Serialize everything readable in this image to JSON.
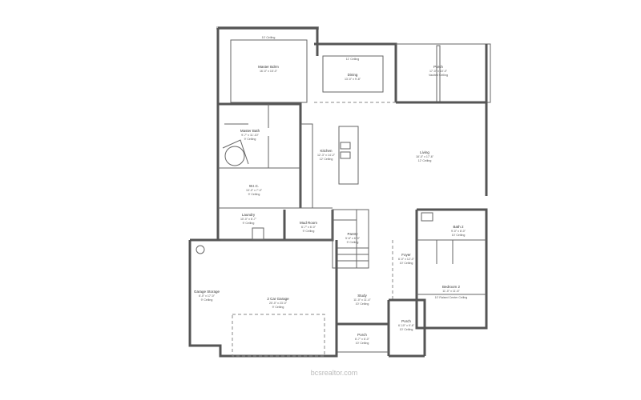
{
  "floor_plan": {
    "rooms": [
      {
        "name": "Master Bdrm",
        "size": "16'-0\" x 15'-0\"",
        "ceiling": "10' Ceiling"
      },
      {
        "name": "Dining",
        "size": "13'-0\" x 9'-8\"",
        "ceiling": "11' Ceiling"
      },
      {
        "name": "Porch",
        "size": "17'-0\" x 10'-0\"",
        "ceiling": "Vaulted Ceiling"
      },
      {
        "name": "Master Bath",
        "size": "9'-7\" x 11'-10\"",
        "ceiling": "9' Ceiling"
      },
      {
        "name": "Kitchen",
        "size": "12'-3\" x 14'-2\"",
        "ceiling": "12' Ceiling"
      },
      {
        "name": "Living",
        "size": "18'-0\" x 17'-6\"",
        "ceiling": "12' Ceiling"
      },
      {
        "name": "W.I.C.",
        "size": "13'-0\" x 7'-0\"",
        "ceiling": "9' Ceiling"
      },
      {
        "name": "Laundry",
        "size": "10'-0\" x 6'-7\"",
        "ceiling": "9' Ceiling"
      },
      {
        "name": "Mud Room",
        "size": "6'-7\" x 6'-0\"",
        "ceiling": "9' Ceiling"
      },
      {
        "name": "Pantry",
        "size": "5'-6\" x 6'-0\"",
        "ceiling": "9' Ceiling"
      },
      {
        "name": "Bath 2",
        "size": "9'-0\" x 8'-0\"",
        "ceiling": "10' Ceiling"
      },
      {
        "name": "Foyer",
        "size": "6'-0\" x 12'-0\"",
        "ceiling": "10' Ceiling"
      },
      {
        "name": "Garage Storage",
        "size": "6'-0\" x 17'-0\"",
        "ceiling": "9' Ceiling"
      },
      {
        "name": "2 Car Garage",
        "size": "20'-0\" x 23'-0\"",
        "ceiling": "9' Ceiling"
      },
      {
        "name": "Study",
        "size": "11'-0\" x 11'-4\"",
        "ceiling": "10' Ceiling"
      },
      {
        "name": "Bedroom 2",
        "size": "11'-0\" x 11'-6\"",
        "ceiling": "10' Raised Center Ceiling"
      },
      {
        "name": "Porch",
        "size": "6'-7\" x 6'-0\"",
        "ceiling": "10' Ceiling"
      },
      {
        "name": "Porch",
        "size": "6'-10\" x 9'-6\"",
        "ceiling": "10' Ceiling"
      }
    ],
    "watermark": "bcsrealtor.com"
  }
}
